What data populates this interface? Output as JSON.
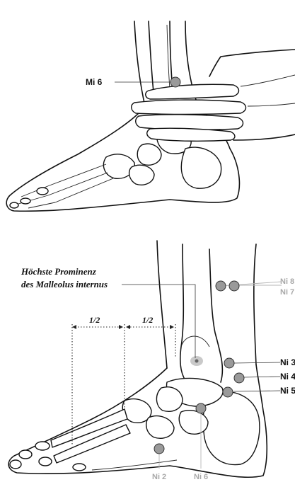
{
  "top_panel": {
    "point_label": "Mi 6"
  },
  "bottom_panel": {
    "annotation_line1": "Höchste Prominenz",
    "annotation_line2": "des Malleolus internus",
    "half_left": "1/2",
    "half_right": "1/2",
    "right_labels": [
      "Ni 8",
      "Ni 7",
      "Ni 3",
      "Ni 4",
      "Ni 5"
    ],
    "bottom_labels": [
      "Ni 2",
      "Ni 6"
    ]
  },
  "colors": {
    "point_fill": "#9a9a9a",
    "grey_label": "#a8a8a8",
    "ink": "#111111"
  }
}
